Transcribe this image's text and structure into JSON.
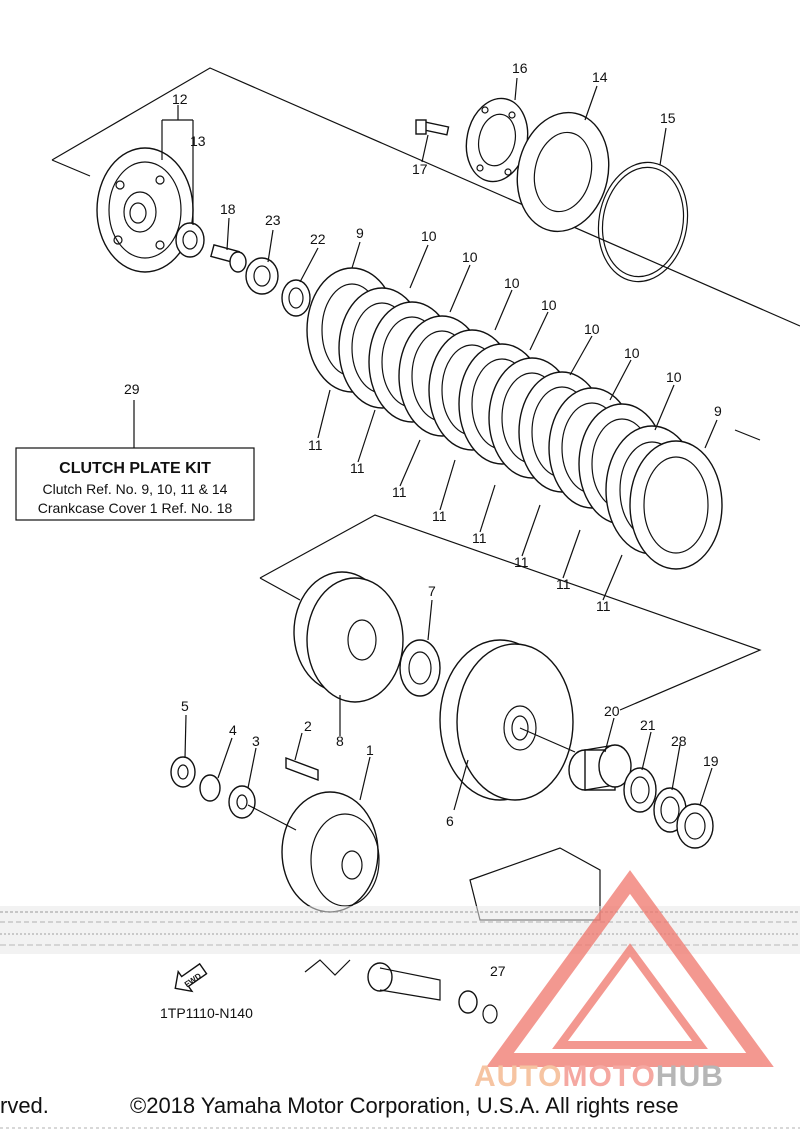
{
  "diagram": {
    "callouts": {
      "c1": "1",
      "c2": "2",
      "c3": "3",
      "c4": "4",
      "c5": "5",
      "c6": "6",
      "c7": "7",
      "c8": "8",
      "c9a": "9",
      "c9b": "9",
      "c10a": "10",
      "c10b": "10",
      "c10c": "10",
      "c10d": "10",
      "c10e": "10",
      "c10f": "10",
      "c10g": "10",
      "c11a": "11",
      "c11b": "11",
      "c11c": "11",
      "c11d": "11",
      "c11e": "11",
      "c11f": "11",
      "c11g": "11",
      "c11h": "11",
      "c12": "12",
      "c13": "13",
      "c14": "14",
      "c15": "15",
      "c16": "16",
      "c17": "17",
      "c18": "18",
      "c19": "19",
      "c20": "20",
      "c21": "21",
      "c22": "22",
      "c23": "23",
      "c27": "27",
      "c28": "28",
      "c29": "29"
    },
    "kit_box": {
      "title": "CLUTCH PLATE KIT",
      "line1": "Clutch Ref. No. 9, 10, 11 & 14",
      "line2": "Crankcase Cover 1 Ref. No. 18"
    },
    "fwd_label": "FWD",
    "drawing_ref": "1TP1110-N140"
  },
  "footer": {
    "left_fragment": "rved.",
    "copyright": "©2018 Yamaha Motor Corporation, U.S.A. All rights rese"
  },
  "watermark": {
    "part1": "AUTO",
    "part2": "MOTO",
    "part3": "HUB",
    "colors": {
      "auto": "#f4b184",
      "moto": "#f28b82",
      "hub": "#9e9e9e",
      "triangle": "#f0766c"
    }
  }
}
